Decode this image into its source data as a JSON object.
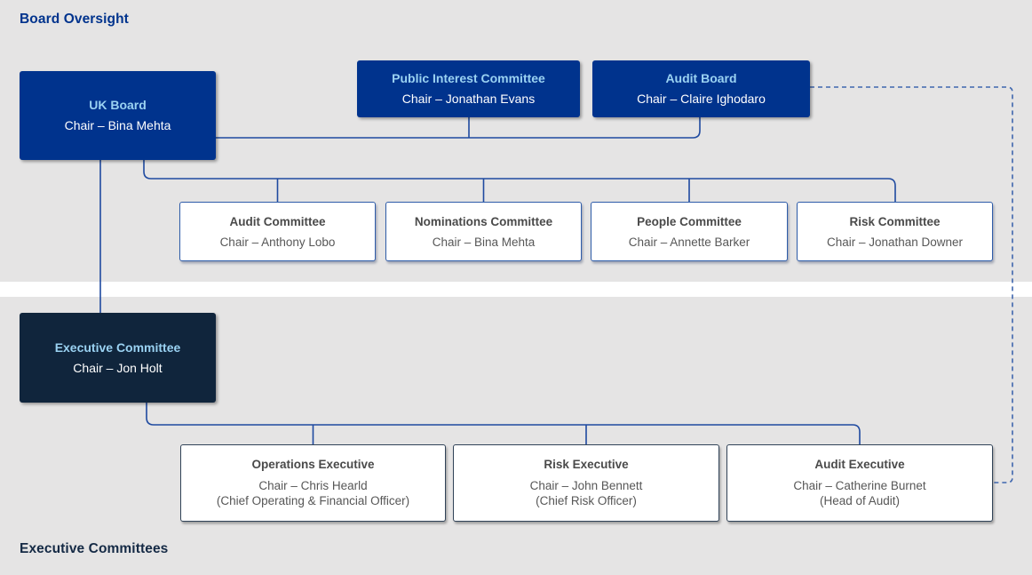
{
  "headings": {
    "top": "Board Oversight",
    "bottom": "Executive Committees"
  },
  "boxes": {
    "uk_board": {
      "title": "UK Board",
      "subtitle": "Chair – Bina Mehta"
    },
    "public_interest": {
      "title": "Public Interest Committee",
      "subtitle": "Chair – Jonathan Evans"
    },
    "audit_board": {
      "title": "Audit Board",
      "subtitle": "Chair – Claire Ighodaro"
    },
    "audit_committee": {
      "title": "Audit Committee",
      "subtitle": "Chair – Anthony Lobo"
    },
    "nominations_committee": {
      "title": "Nominations Committee",
      "subtitle": "Chair – Bina Mehta"
    },
    "people_committee": {
      "title": "People Committee",
      "subtitle": "Chair – Annette Barker"
    },
    "risk_committee": {
      "title": "Risk Committee",
      "subtitle": "Chair – Jonathan Downer"
    },
    "executive_committee": {
      "title": "Executive Committee",
      "subtitle": "Chair – Jon Holt"
    },
    "operations_executive": {
      "title": "Operations Executive",
      "subtitle": "Chair – Chris Hearld",
      "detail": "(Chief Operating & Financial Officer)"
    },
    "risk_executive": {
      "title": "Risk Executive",
      "subtitle": "Chair – John Bennett",
      "detail": "(Chief Risk Officer)"
    },
    "audit_executive": {
      "title": "Audit Executive",
      "subtitle": "Chair – Catherine Burnet",
      "detail": "(Head of Audit)"
    }
  },
  "colors": {
    "bg": "#e5e4e4",
    "blue": "#00338D",
    "navy": "#10253C",
    "lightblue": "#9AD2F2",
    "heading": "#00338D",
    "heading2": "#152A45",
    "line": "#1F4AA0",
    "dash": "#3E66AE",
    "border_blue": "#2E5CA9",
    "border_dark": "#314358",
    "title": "#4A4A4A",
    "text": "#575757"
  }
}
